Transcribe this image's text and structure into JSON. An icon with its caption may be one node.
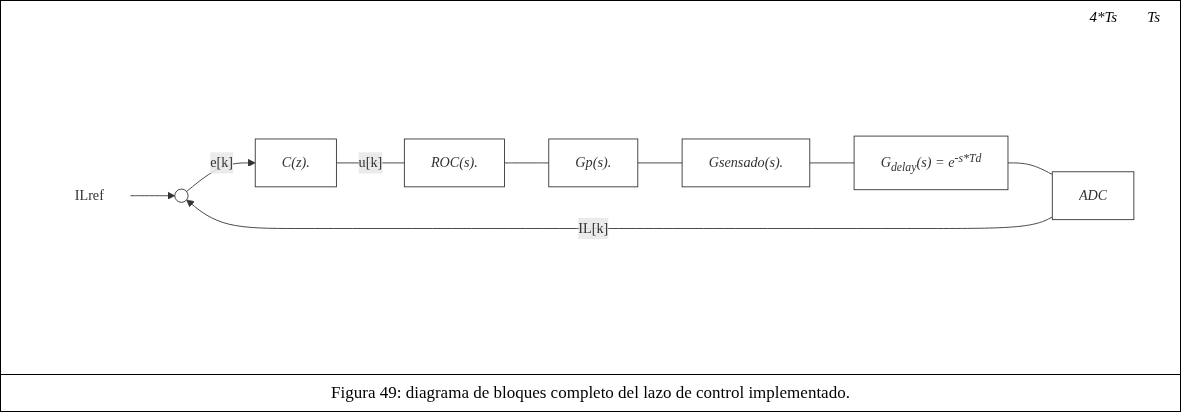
{
  "diagram": {
    "caption": "Figura 49: diagrama de bloques completo del lazo de control implementado.",
    "nodes": [
      {
        "text": [
          "ILref"
        ]
      },
      {
        "text": [],
        "shape": "circle"
      },
      {
        "text": [
          "C(z)."
        ]
      },
      {
        "text": [
          "ROC(s)."
        ]
      },
      {
        "text": [
          "Gp(s)."
        ]
      },
      {
        "text": [
          "Gsensado(s)."
        ]
      },
      {
        "text": [
          "G$_{delay}$(s) = e$^{-s*Td}$"
        ]
      },
      {
        "text": [
          "ADC"
        ]
      }
    ],
    "edges": [
      {
        "from": 0,
        "to": 1,
        "arrow": "to"
      },
      {
        "from": 1,
        "to": 2,
        "arrow": "to",
        "label": "e[k]"
      },
      {
        "from": 2,
        "to": 3,
        "arrow": "none",
        "label": "u[k]"
      },
      {
        "from": 3,
        "to": 4,
        "arrow": "none"
      },
      {
        "from": 4,
        "to": 5,
        "arrow": "none"
      },
      {
        "from": 5,
        "to": 6,
        "arrow": "none"
      },
      {
        "from": 6,
        "to": 7,
        "arrow": "none"
      },
      {
        "from": 7,
        "to": 1,
        "arrow": "to",
        "label": "IL[k]"
      }
    ],
    "labels": [
      "4*Ts",
      "Ts"
    ]
  }
}
